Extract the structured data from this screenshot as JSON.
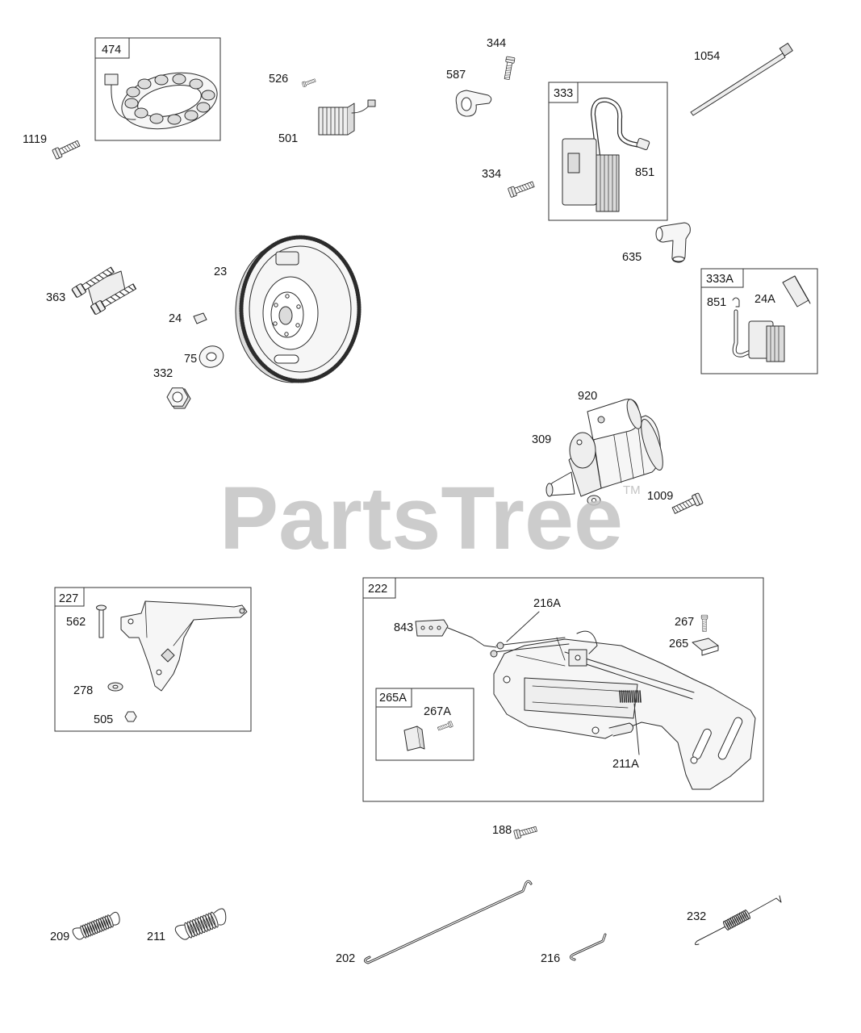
{
  "watermark": {
    "text": "PartsTree",
    "trademark": "TM"
  },
  "groups": {
    "g474": "474",
    "g333": "333",
    "g333a": "333A",
    "g227": "227",
    "g222": "222",
    "g265a": "265A"
  },
  "parts": {
    "p1119": "1119",
    "p526": "526",
    "p501": "501",
    "p344": "344",
    "p587": "587",
    "p851_coil": "851",
    "p334": "334",
    "p1054": "1054",
    "p635": "635",
    "p851_kit": "851",
    "p24a": "24A",
    "p23": "23",
    "p363": "363",
    "p24": "24",
    "p75": "75",
    "p332": "332",
    "p920": "920",
    "p309": "309",
    "p1009": "1009",
    "p562": "562",
    "p278": "278",
    "p505": "505",
    "p216a": "216A",
    "p843": "843",
    "p267": "267",
    "p265": "265",
    "p267a": "267A",
    "p211a": "211A",
    "p188": "188",
    "p209": "209",
    "p211": "211",
    "p202": "202",
    "p216": "216",
    "p232": "232"
  },
  "colors": {
    "line": "#2b2b2b",
    "part_fill": "#eeeeee",
    "watermark": "#c4c4c4",
    "background": "#ffffff"
  }
}
